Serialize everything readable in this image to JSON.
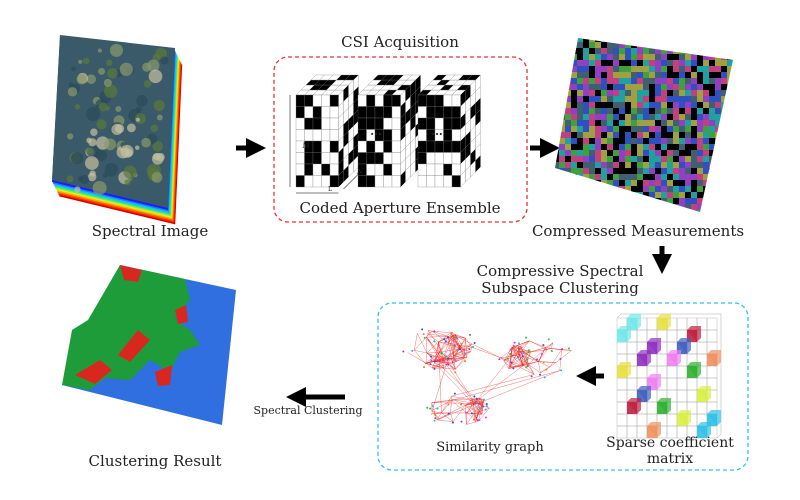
{
  "labels": {
    "spectral_image": "Spectral Image",
    "csi_acquisition": "CSI Acquisition",
    "coded_aperture": "Coded Aperture Ensemble",
    "compressed": "Compressed Measurements",
    "cssc_line1": "Compressive Spectral",
    "cssc_line2": "Subspace Clustering",
    "similarity_graph": "Similarity graph",
    "sparse_line1": "Sparse coefficient",
    "sparse_line2": "matrix",
    "spectral_clustering": "Spectral Clustering",
    "clustering_result": "Clustering Result",
    "dim_m": "M",
    "dim_n": "N",
    "dim_l": "L",
    "ellipsis": "···"
  },
  "colors": {
    "csi_box": "#e8322f",
    "cssc_box": "#2bc4ee",
    "class_green": "#1f9c3a",
    "class_red": "#d8271f",
    "class_blue": "#2f6fe0",
    "graph_edge": "#ee2222"
  }
}
